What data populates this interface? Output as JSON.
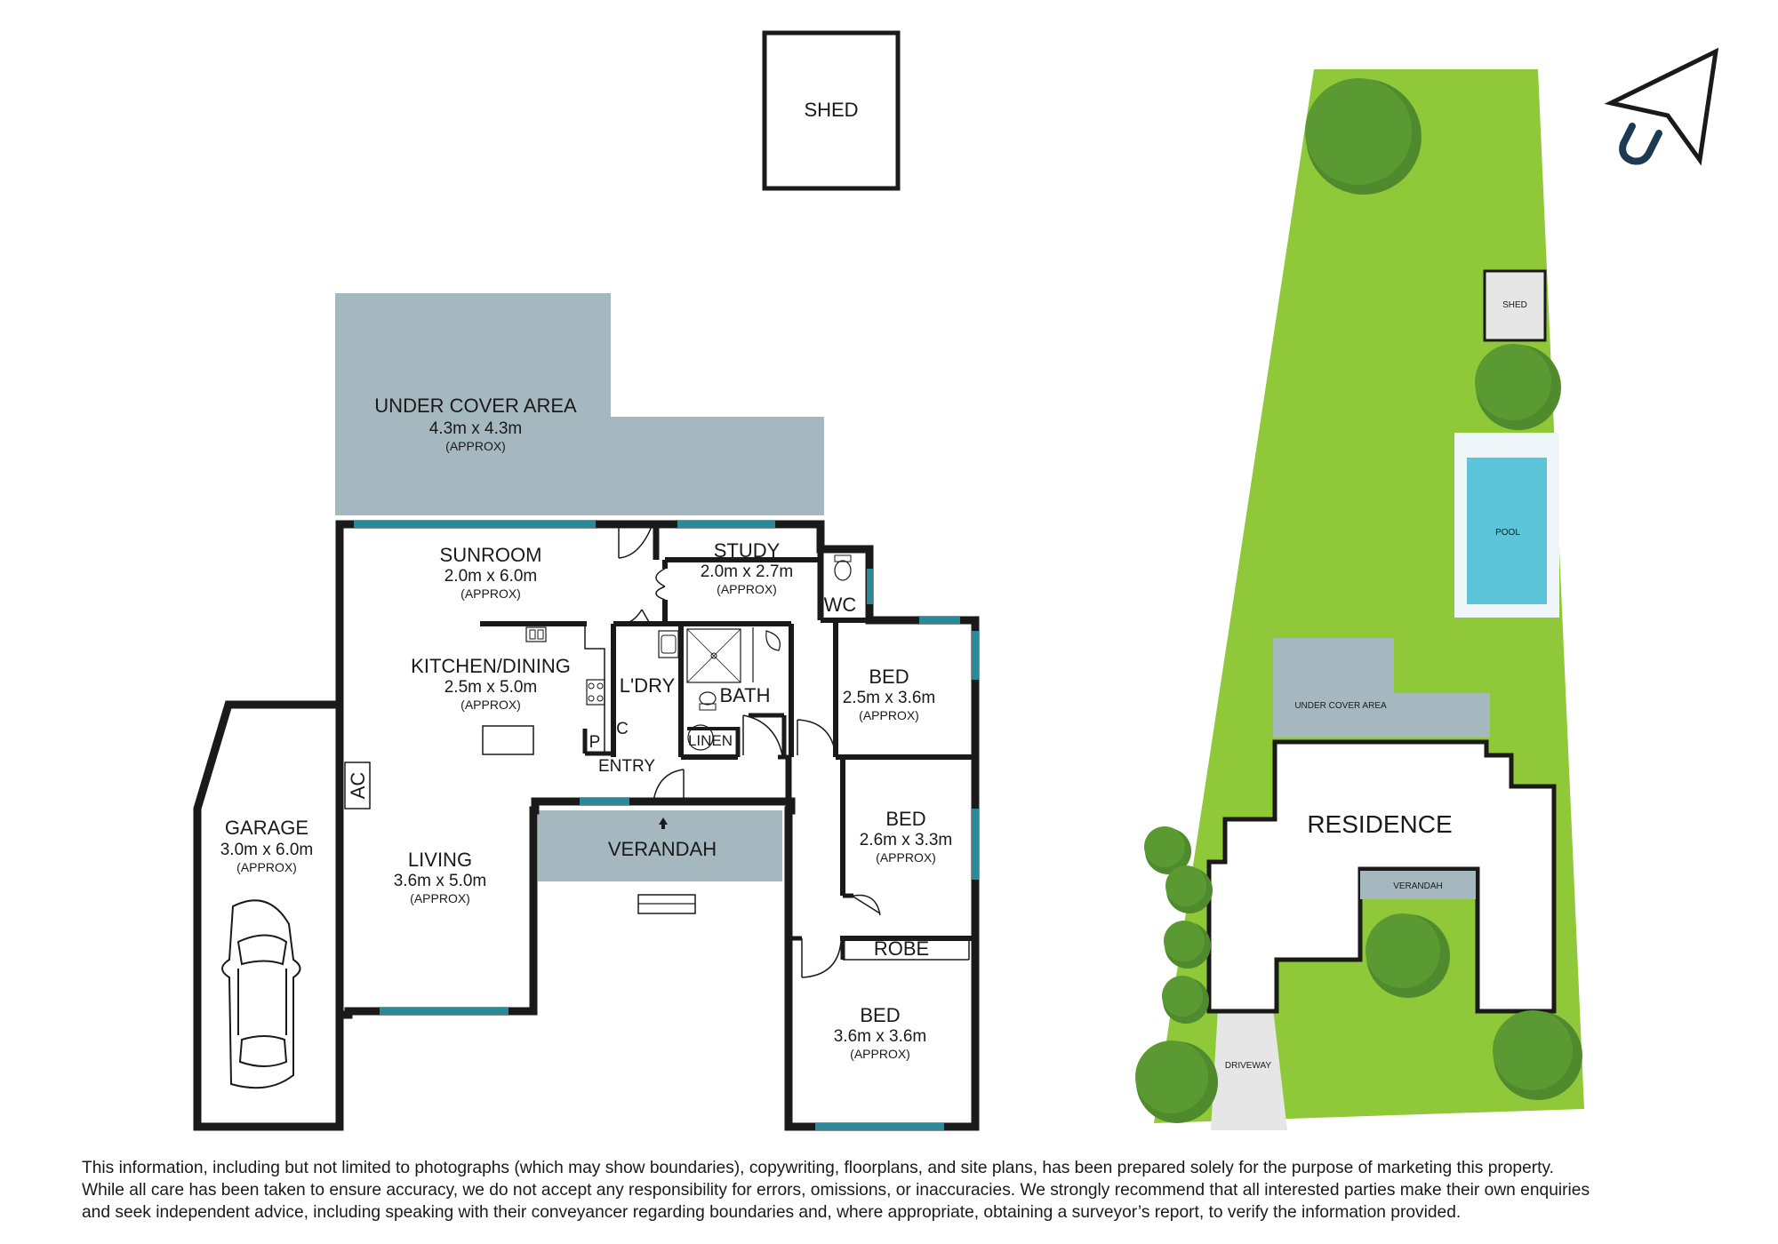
{
  "colors": {
    "wall": "#1a1a1a",
    "window": "#2b8a99",
    "covered": "#a6b8bf",
    "lawn": "#8fc93a",
    "tree": "#5b9a32",
    "pool": "#5bc4d9",
    "paving": "#e6e6e6",
    "compass": "#1c3a52"
  },
  "floor_plan": {
    "shed": "SHED",
    "under_cover": {
      "name": "UNDER COVER AREA",
      "dims": "4.3m x 4.3m",
      "approx": "(APPROX)"
    },
    "sunroom": {
      "name": "SUNROOM",
      "dims": "2.0m x 6.0m",
      "approx": "(APPROX)"
    },
    "study": {
      "name": "STUDY",
      "dims": "2.0m x 2.7m",
      "approx": "(APPROX)"
    },
    "wc": "WC",
    "kitchen": {
      "name": "KITCHEN/DINING",
      "dims": "2.5m x 5.0m",
      "approx": "(APPROX)"
    },
    "laundry": "L'DRY",
    "bath": "BATH",
    "linen": "LINEN",
    "pantry": "P",
    "cupboard": "C",
    "entry": "ENTRY",
    "ac": "AC",
    "bed1": {
      "name": "BED",
      "dims": "2.5m x 3.6m",
      "approx": "(APPROX)"
    },
    "bed2": {
      "name": "BED",
      "dims": "2.6m x 3.3m",
      "approx": "(APPROX)"
    },
    "robe": "ROBE",
    "bed3": {
      "name": "BED",
      "dims": "3.6m x 3.6m",
      "approx": "(APPROX)"
    },
    "garage": {
      "name": "GARAGE",
      "dims": "3.0m x 6.0m",
      "approx": "(APPROX)"
    },
    "living": {
      "name": "LIVING",
      "dims": "3.6m x 5.0m",
      "approx": "(APPROX)"
    },
    "verandah": "VERANDAH"
  },
  "site_plan": {
    "shed": "SHED",
    "pool": "POOL",
    "under_cover": "UNDER COVER AREA",
    "residence": "RESIDENCE",
    "verandah": "VERANDAH",
    "driveway": "DRIVEWAY"
  },
  "disclaimer": {
    "line1": "This information, including but not limited to photographs (which may show boundaries), copywriting, floorplans, and site plans, has been prepared solely for the purpose of marketing this property.",
    "line2": "While all care has been taken to ensure accuracy, we do not accept any responsibility for errors, omissions, or inaccuracies. We strongly recommend that all interested parties make their own enquiries",
    "line3": "and seek independent advice,  including speaking with their conveyancer regarding boundaries and, where appropriate, obtaining a surveyor’s report, to verify the information provided."
  }
}
